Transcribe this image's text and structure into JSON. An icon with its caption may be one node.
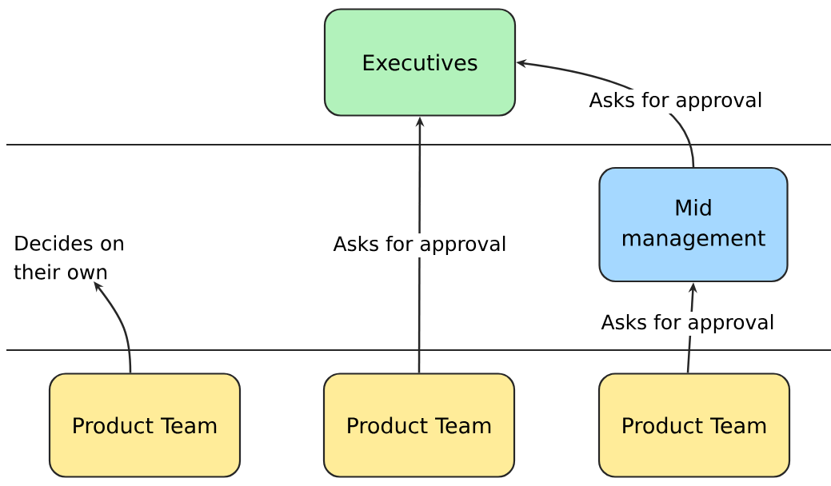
{
  "diagram": {
    "nodes": [
      {
        "text": [
          "Executives"
        ]
      },
      {
        "text": [
          "Mid management"
        ]
      },
      {
        "text": [
          "Decides on their own"
        ]
      },
      {
        "text": [
          "Product Team"
        ]
      },
      {
        "text": [
          "Product Team"
        ]
      },
      {
        "text": [
          "Product Team"
        ]
      }
    ],
    "edges": [
      {
        "from": 3,
        "to": 2,
        "arrow": "to"
      },
      {
        "from": 4,
        "to": 0,
        "arrow": "to",
        "label": "Asks for approval"
      },
      {
        "from": 5,
        "to": 1,
        "arrow": "to",
        "label": "Asks for approval"
      },
      {
        "from": 1,
        "to": 0,
        "arrow": "to",
        "label": "Asks for approval"
      }
    ]
  }
}
